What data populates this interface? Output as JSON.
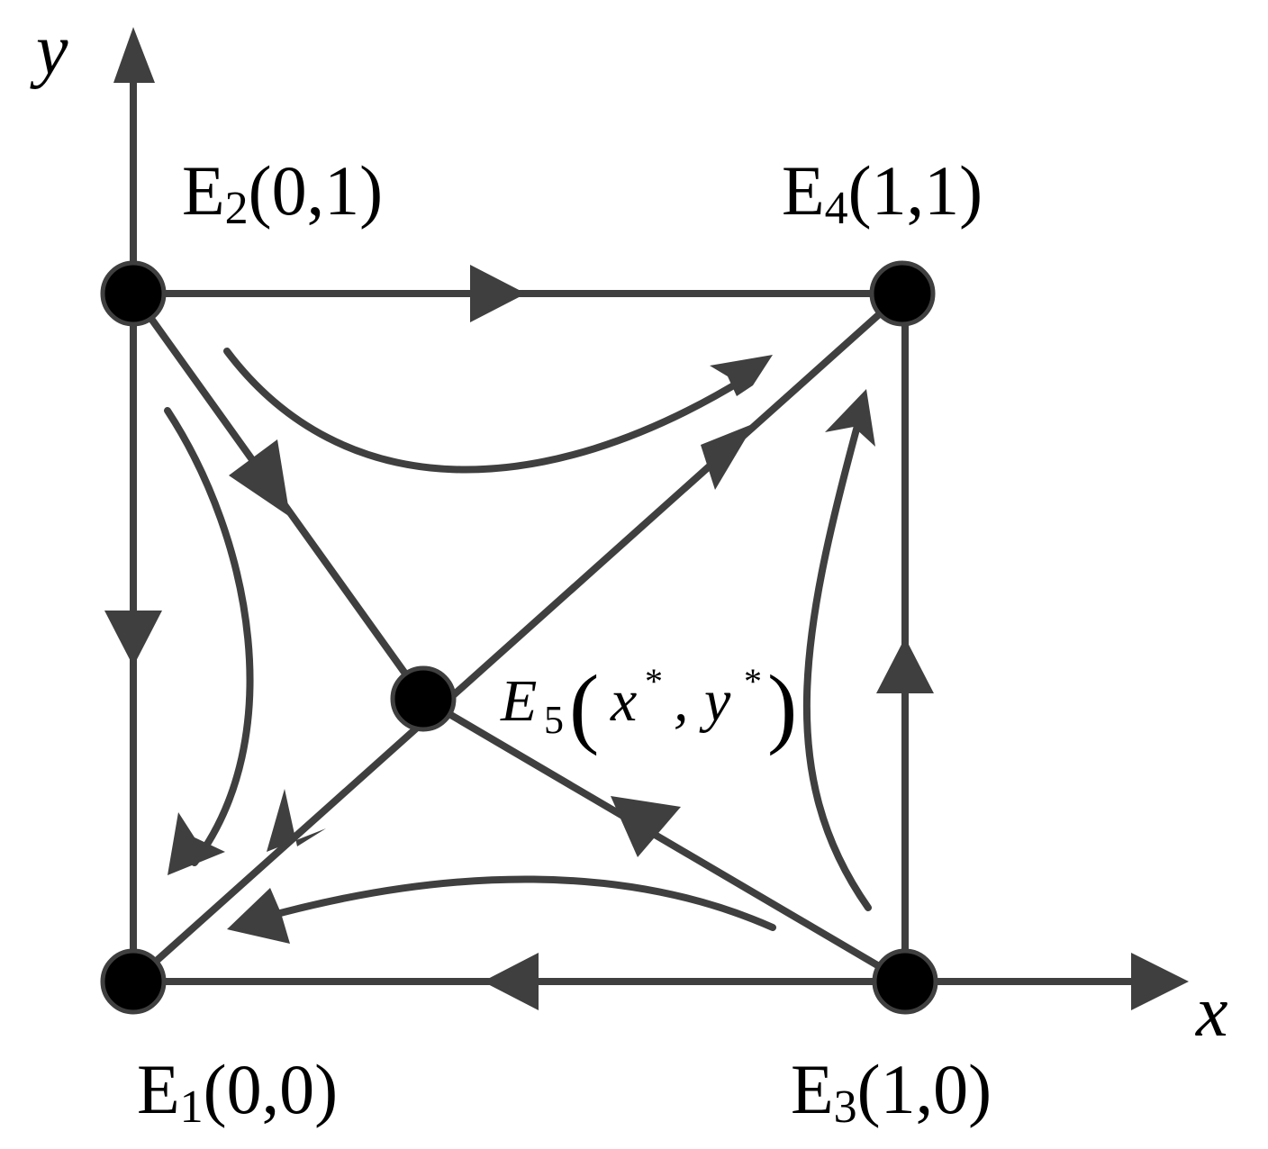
{
  "axes": {
    "x_label": "x",
    "y_label": "y"
  },
  "points": {
    "e1": {
      "letter": "E",
      "index": "1",
      "coords": "(0,0)"
    },
    "e2": {
      "letter": "E",
      "index": "2",
      "coords": "(0,1)"
    },
    "e3": {
      "letter": "E",
      "index": "3",
      "coords": "(1,0)"
    },
    "e4": {
      "letter": "E",
      "index": "4",
      "coords": "(1,1)"
    },
    "e5": {
      "letter": "E",
      "index": "5",
      "x": "x",
      "y": "y",
      "star": "*",
      "comma": ","
    }
  },
  "colors": {
    "line": "#3f3f3f",
    "node": "#000000",
    "text": "#000000"
  }
}
